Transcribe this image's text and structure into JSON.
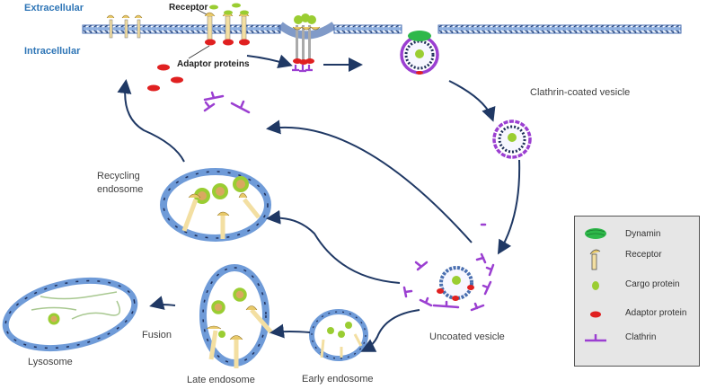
{
  "title": "Clathrin-mediated endocytosis and endosomal trafficking",
  "labels": {
    "extracellular": "Extracellular",
    "intracellular": "Intracellular",
    "receptor": "Receptor",
    "adaptor_proteins": "Adaptor proteins",
    "clathrin_coated_vesicle": "Clathrin-coated vesicle",
    "recycling_endosome_line1": "Recycling",
    "recycling_endosome_line2": "endosome",
    "uncoated_vesicle": "Uncoated vesicle",
    "early_endosome": "Early endosome",
    "late_endosome": "Late endosome",
    "fusion": "Fusion",
    "lysosome": "Lysosome"
  },
  "legend": {
    "items": [
      {
        "icon": "dynamin-icon",
        "label": "Dynamin"
      },
      {
        "icon": "receptor-icon",
        "label": "Receptor"
      },
      {
        "icon": "cargo-protein-icon",
        "label": "Cargo protein"
      },
      {
        "icon": "adaptor-protein-icon",
        "label": "Adaptor protein"
      },
      {
        "icon": "clathrin-icon",
        "label": "Clathrin"
      }
    ]
  },
  "colors": {
    "membrane": "#6f9bd8",
    "membrane_dark": "#1f2f5a",
    "arrow": "#1f3864",
    "clathrin": "#9b3fd1",
    "adaptor": "#e02020",
    "cargo": "#9acd32",
    "receptor": "#f3dfa2",
    "dynamin": "#2eb84a",
    "label_blue": "#2e75b6"
  }
}
